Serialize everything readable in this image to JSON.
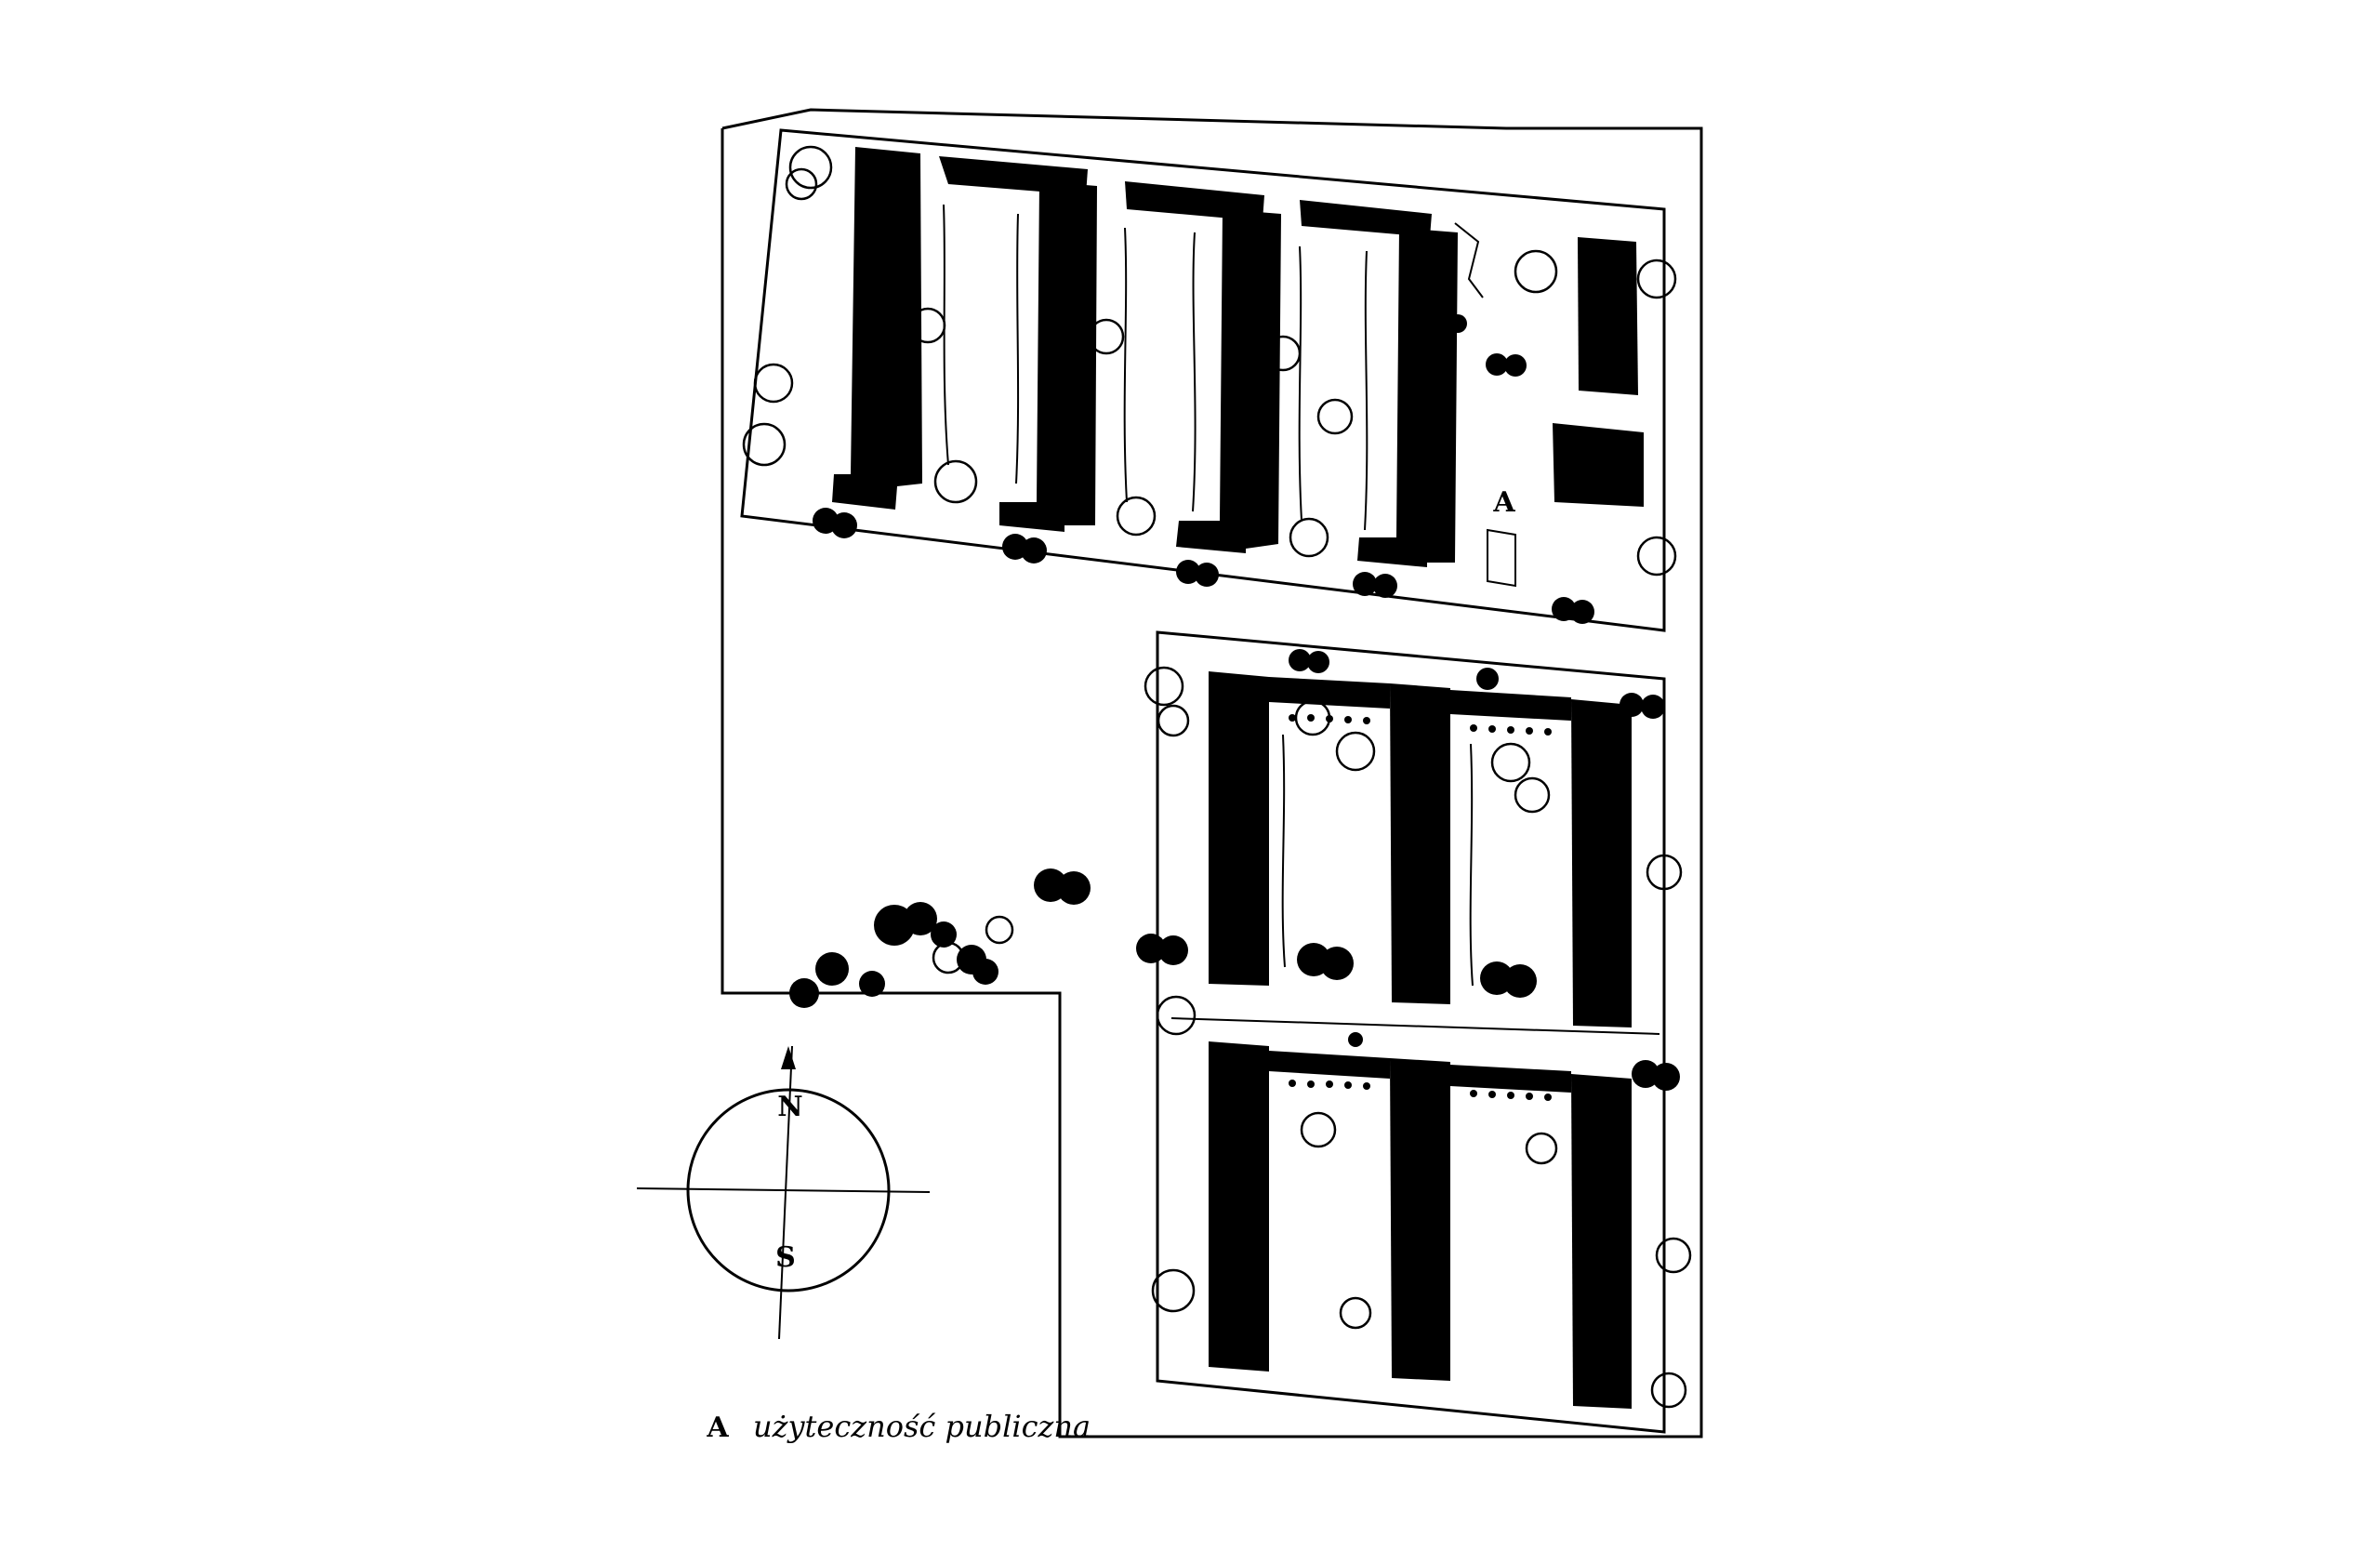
{
  "compass": {
    "north": "N",
    "south": "S"
  },
  "site_marker": "A",
  "legend": {
    "key": "A",
    "text": "użyteczność publiczna"
  }
}
